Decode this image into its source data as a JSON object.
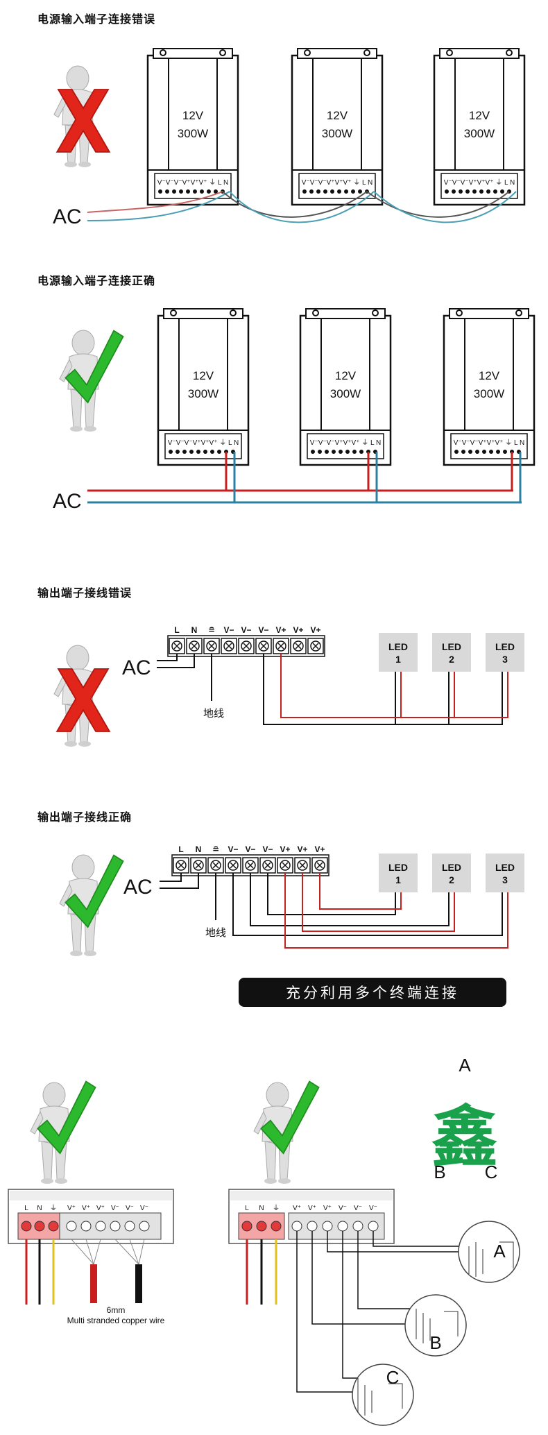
{
  "sections": {
    "input_wrong": {
      "title": "电源输入端子连接错误"
    },
    "input_right": {
      "title": "电源输入端子连接正确"
    },
    "output_wrong": {
      "title": "输出端子接线错误"
    },
    "output_right": {
      "title": "输出端子接线正确"
    }
  },
  "psu": {
    "voltage": "12V",
    "power": "300W",
    "terminal_strip": "V⁻V⁻V⁻V⁺V⁺V⁺ ⏚ L N"
  },
  "ac_label": "AC",
  "ground_label": "地线",
  "terminals": {
    "L": "L",
    "N": "N",
    "ground": "≘",
    "vminus": "V−",
    "vplus": "V+"
  },
  "leds": {
    "label": "LED",
    "numbers": [
      "1",
      "2",
      "3"
    ]
  },
  "banner_text": "充分利用多个终端连接",
  "bottom": {
    "wire_size": "6mm",
    "wire_desc": "Multi stranded copper wire",
    "terminal_labels": [
      "L",
      "N",
      "⏚",
      "V⁺",
      "V⁺",
      "V⁺",
      "V⁻",
      "V⁻",
      "V⁻"
    ],
    "groups": [
      "A",
      "B",
      "C"
    ]
  },
  "colors": {
    "wrong": "#e1251b",
    "right": "#2db92d",
    "wire_red": "#c81e1e",
    "wire_blue": "#2c7fa0",
    "logo_green": "#1aa14b"
  }
}
